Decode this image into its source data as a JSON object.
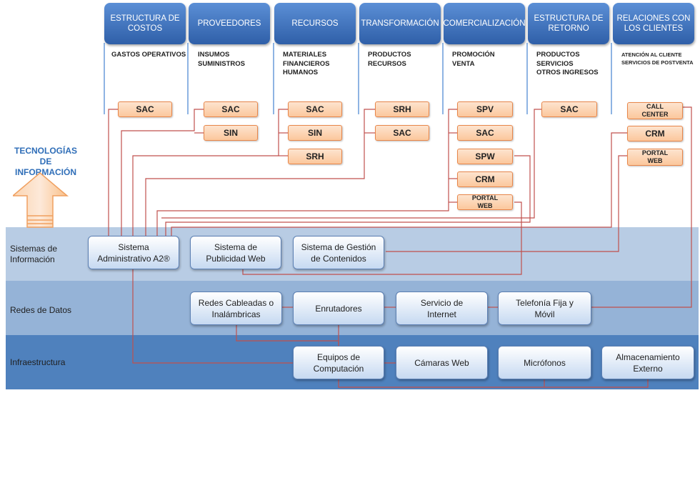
{
  "columns": [
    {
      "title": "ESTRUCTURA DE\nCOSTOS",
      "items": "GASTOS OPERATIVOS"
    },
    {
      "title": "PROVEEDORES",
      "items": "INSUMOS\nSUMINISTROS"
    },
    {
      "title": "RECURSOS",
      "items": "MATERIALES\nFINANCIEROS\nHUMANOS"
    },
    {
      "title": "TRANSFORMACIÓN",
      "items": "PRODUCTOS\nRECURSOS"
    },
    {
      "title": "COMERCIALIZACIÓN",
      "items": "PROMOCIÓN\nVENTA"
    },
    {
      "title": "ESTRUCTURA DE\nRETORNO",
      "items": "PRODUCTOS\nSERVICIOS\nOTROS INGRESOS"
    },
    {
      "title": "RELACIONES CON\nLOS CLIENTES",
      "items": "ATENCIÓN AL CLIENTE\nSERVICIOS DE POSTVENTA"
    }
  ],
  "tags": {
    "c0": [
      "SAC"
    ],
    "c1": [
      "SAC",
      "SIN"
    ],
    "c2": [
      "SAC",
      "SIN",
      "SRH"
    ],
    "c3": [
      "SRH",
      "SAC"
    ],
    "c4": [
      "SPV",
      "SAC",
      "SPW",
      "CRM",
      "PORTAL\nWEB"
    ],
    "c5": [
      "SAC"
    ],
    "c6": [
      "CALL\nCENTER",
      "CRM",
      "PORTAL\nWEB"
    ]
  },
  "ti_label": "TECNOLOGÍAS DE\nINFORMACIÓN",
  "bands": {
    "si": "Sistemas de\nInformación",
    "rd": "Redes de Datos",
    "in": "Infraestructura"
  },
  "si_boxes": [
    "Sistema\nAdministrativo A2®",
    "Sistema de\nPublicidad Web",
    "Sistema de Gestión\nde Contenidos"
  ],
  "rd_boxes": [
    "Redes Cableadas o\nInalámbricas",
    "Enrutadores",
    "Servicio de\nInternet",
    "Telefonía Fija y\nMóvil"
  ],
  "in_boxes": [
    "Equipos de\nComputación",
    "Cámaras Web",
    "Micrófonos",
    "Almacenamiento\nExterno"
  ]
}
